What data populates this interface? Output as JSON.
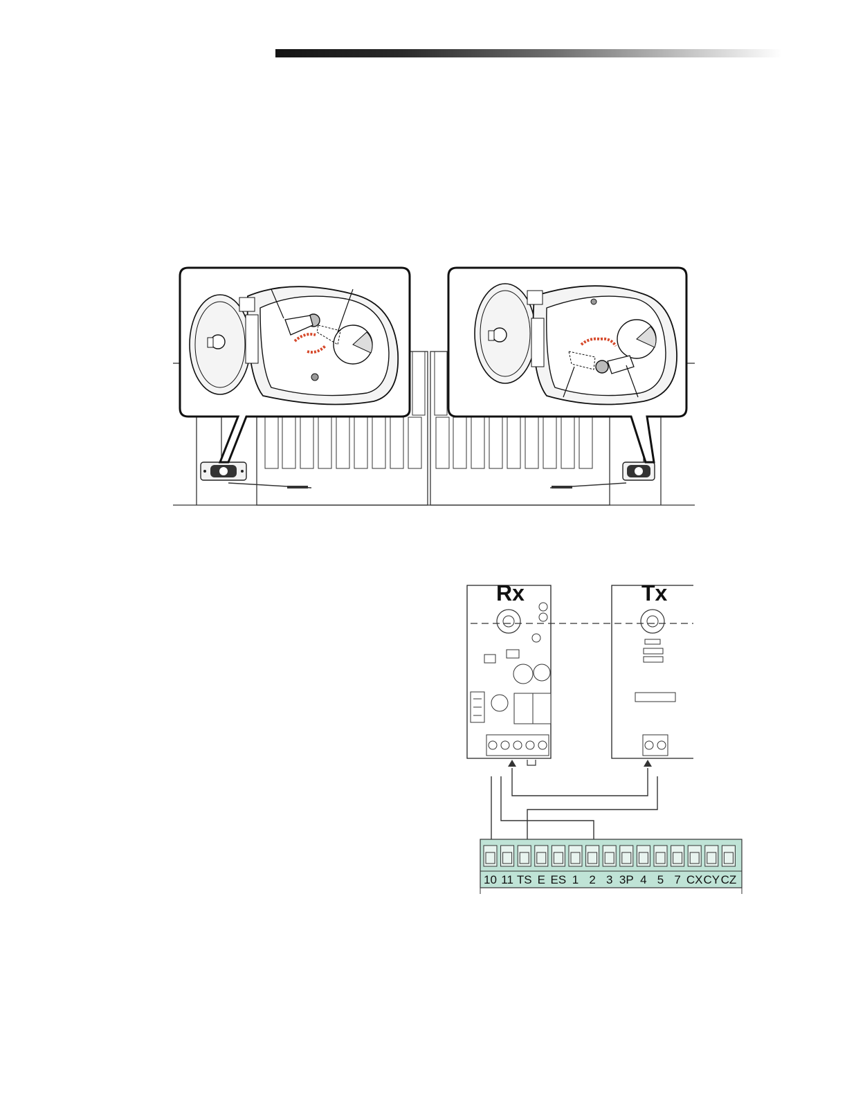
{
  "header": {
    "bar_style": "gradient-dark-to-light"
  },
  "gate_figure": {
    "left_detail": "release-lever-icon",
    "right_detail": "release-lever-icon"
  },
  "wiring": {
    "receiver_label": "Rx",
    "transmitter_label": "Tx",
    "terminal_block_color": "#bfe3d6",
    "terminals": [
      "10",
      "11",
      "TS",
      "E",
      "ES",
      "1",
      "2",
      "3",
      "3P",
      "4",
      "5",
      "7",
      "CX",
      "CY",
      "CZ"
    ]
  }
}
